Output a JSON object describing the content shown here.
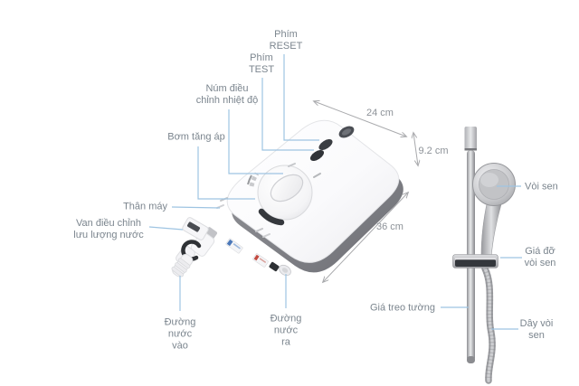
{
  "annotations": {
    "reset_button": "Phím\nRESET",
    "test_button": "Phím\nTEST",
    "temp_knob": "Núm điều\nchỉnh nhiệt độ",
    "booster_pump": "Bơm tăng áp",
    "unit_body": "Thân máy",
    "flow_valve": "Van điều chỉnh\nlưu lượng nước",
    "water_inlet": "Đường\nnước\nvào",
    "water_outlet": "Đường\nnước\nra",
    "shower_head": "Vòi sen",
    "shower_holder": "Giá đỡ\nvòi sen",
    "wall_rail": "Giá treo tường",
    "shower_hose": "Dây vòi\nsen"
  },
  "dimensions": {
    "width": "24 cm",
    "depth": "9.2 cm",
    "height": "36 cm"
  },
  "colors": {
    "leader_line": "#9ec4e2",
    "label_text": "#7b858e",
    "dimension_text": "#8d9298",
    "dimension_line": "#a9aaad",
    "device_face": "#fbfbfd",
    "device_side": "#85868c",
    "dark_detail": "#35383d",
    "chrome": "#c4c5c9"
  }
}
